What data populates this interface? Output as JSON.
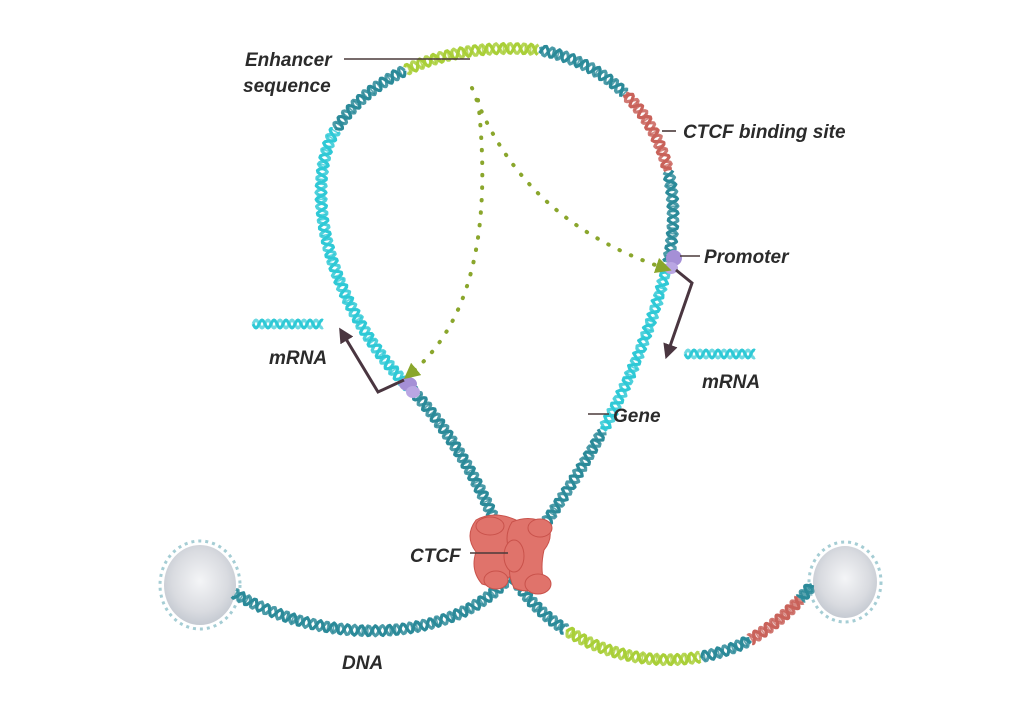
{
  "labels": {
    "enhancer_line1": "Enhancer",
    "enhancer_line2": "sequence",
    "ctcf_binding_site": "CTCF binding site",
    "promoter": "Promoter",
    "mrna_left": "mRNA",
    "mrna_right": "mRNA",
    "gene": "Gene",
    "ctcf": "CTCF",
    "dna": "DNA"
  },
  "colors": {
    "dna": "#2b8a99",
    "gene": "#2fc9d6",
    "enhancer": "#a9cf38",
    "ctcf_site": "#c9625a",
    "ctcf_protein": "#e0736b",
    "promoter": "#a58fd6",
    "arrow": "#4a3640",
    "dots": "#7f9a2e",
    "nucleosome": "#d8dadf",
    "leader": "#4a3a3a"
  }
}
